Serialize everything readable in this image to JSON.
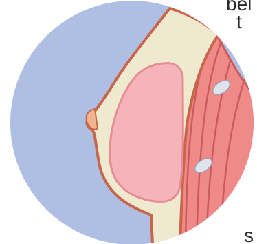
{
  "edge_text": [
    "bel",
    "t",
    "s"
  ],
  "colors": {
    "background_circle": "#aebfe3",
    "breast_tissue": "#efe9cf",
    "skin_outline": "#c8664d",
    "implant_fill": "#f5b4b9",
    "implant_outline": "#e58d95",
    "muscle_fill": "#f08a88",
    "muscle_stripe": "#c95c5a",
    "rib": "#dfe3ec"
  }
}
